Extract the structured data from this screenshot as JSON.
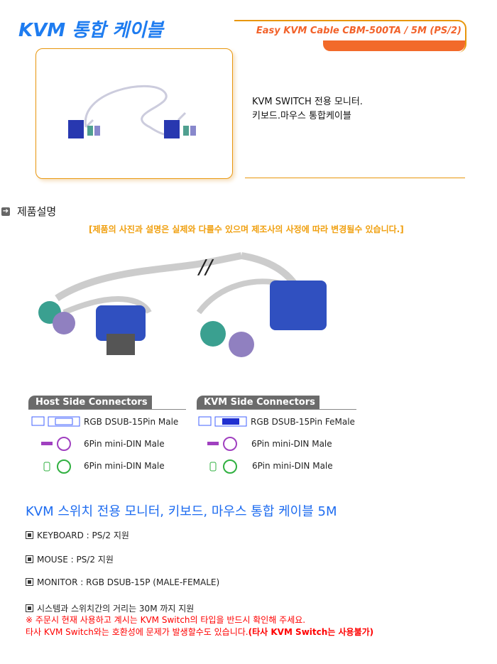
{
  "header": {
    "title": "KVM 통합 케이블",
    "model": "Easy KVM Cable CBM-500TA / 5M (PS/2)"
  },
  "summary": {
    "line1": "KVM SWITCH 전용 모니터.",
    "line2": "키보드.마우스 통합케이블"
  },
  "section": {
    "title": "제품설명",
    "notice": "[제품의 사진과 설명은 실제와 다를수 있으며 제조사의 사정에 따라 변경될수 있습니다.]"
  },
  "connectors": {
    "host": {
      "title": "Host Side Connectors",
      "rows": [
        "RGB DSUB-15Pin Male",
        "6Pin mini-DIN Male",
        "6Pin mini-DIN Male"
      ]
    },
    "kvm": {
      "title": "KVM Side Connectors",
      "rows": [
        "RGB DSUB-15Pin FeMale",
        "6Pin mini-DIN Male",
        "6Pin mini-DIN Male"
      ]
    }
  },
  "spec": {
    "heading": "KVM 스위치 전용 모니터, 키보드, 마우스 통합 케이블 5M",
    "items": [
      "KEYBOARD : PS/2 지원",
      "MOUSE : PS/2 지원",
      "MONITOR : RGB DSUB-15P (MALE-FEMALE)",
      "시스템과 스위치간의 거리는 30M 까지 지원"
    ],
    "warning1": "※ 주문시 현재 사용하고 계시는 KVM Switch의 타입을 반드시 확인해 주세요.",
    "warning2": "타사 KVM Switch와는 호환성에 문제가 발생할수도 있습니다.",
    "warning2_bold": "(타사 KVM Switch는 사용불가)"
  },
  "colors": {
    "accent": "#1e7cf0",
    "orange": "#f26a2a",
    "warning": "#ff0000"
  }
}
